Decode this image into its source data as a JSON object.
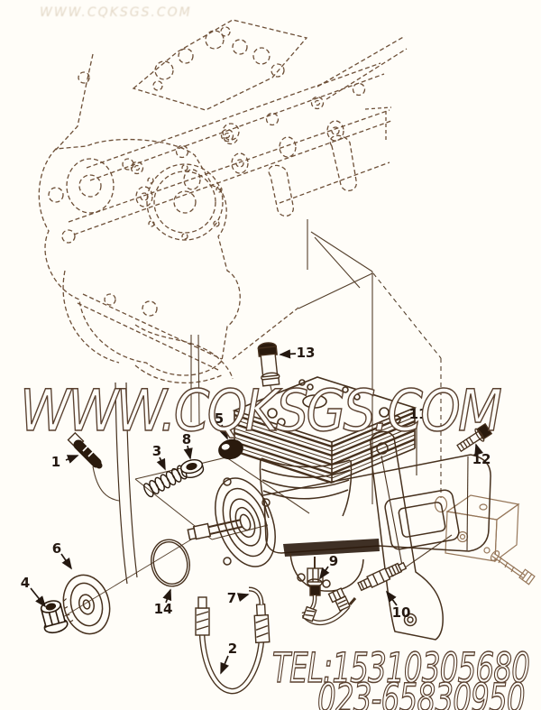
{
  "watermark": {
    "site": "WWW.CQKSGS.COM",
    "faint_header": "WWW.CQKSGS.COM"
  },
  "contact": {
    "line1": "TEL:15310305680",
    "line2": "023-65830950"
  },
  "callouts": {
    "c1": {
      "label": "1"
    },
    "c2": {
      "label": "2"
    },
    "c3": {
      "label": "3"
    },
    "c4": {
      "label": "4"
    },
    "c5": {
      "label": "5"
    },
    "c6": {
      "label": "6"
    },
    "c7": {
      "label": "7"
    },
    "c8": {
      "label": "8"
    },
    "c9": {
      "label": "9"
    },
    "c10": {
      "label": "10"
    },
    "c11": {
      "label": "11"
    },
    "c12": {
      "label": "12"
    },
    "c13": {
      "label": "13"
    },
    "c14": {
      "label": "14"
    }
  }
}
